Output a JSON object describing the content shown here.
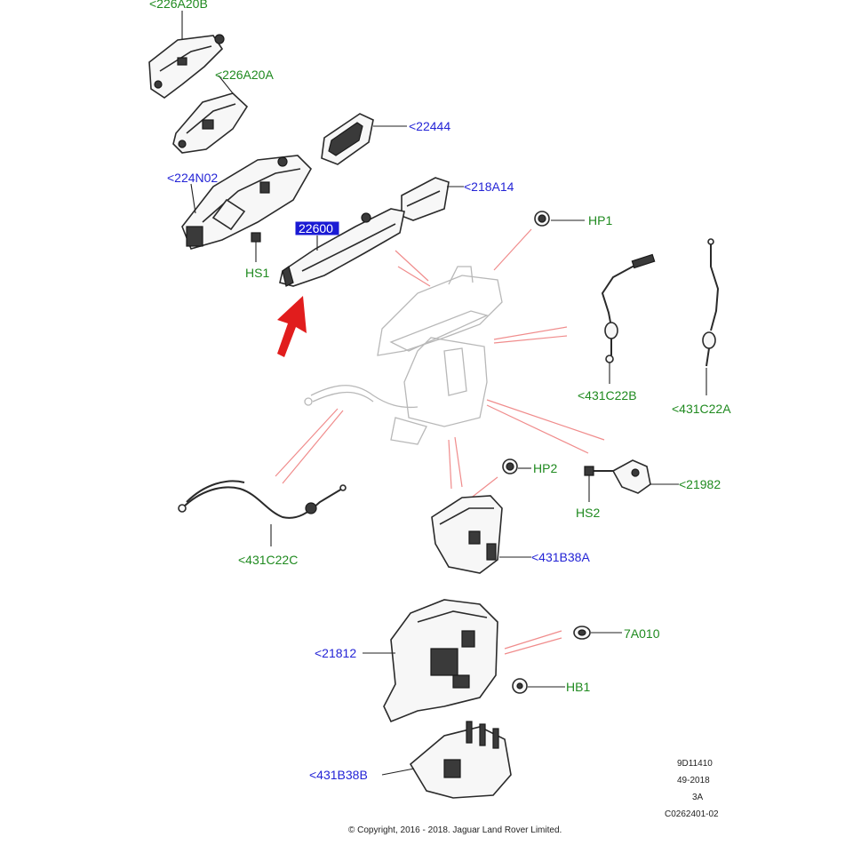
{
  "labels": {
    "p226A20B": "<226A20B",
    "p226A20A": "<226A20A",
    "p22444": "<22444",
    "p224N02": "<224N02",
    "p218A14": "<218A14",
    "pHP1": "HP1",
    "pHS1": "HS1",
    "p22600": "22600",
    "p431C22B": "<431C22B",
    "p431C22A": "<431C22A",
    "pHP2": "HP2",
    "p21982": "<21982",
    "pHS2": "HS2",
    "p431C22C": "<431C22C",
    "p431B38A": "<431B38A",
    "p7A010": "7A010",
    "p21812": "<21812",
    "pHB1": "HB1",
    "p431B38B": "<431B38B"
  },
  "colors": {
    "green_label": "#1f8a1f",
    "blue_label": "#2424d6",
    "highlight_box": "#1a1ad4",
    "arrow": "#e11d1d",
    "pink_lines": "#f08c8c"
  },
  "meta_block": [
    "9D11410",
    "49-2018",
    "3A",
    "C0262401-02"
  ],
  "copyright": "© Copyright, 2016 - 2018. Jaguar Land Rover Limited."
}
